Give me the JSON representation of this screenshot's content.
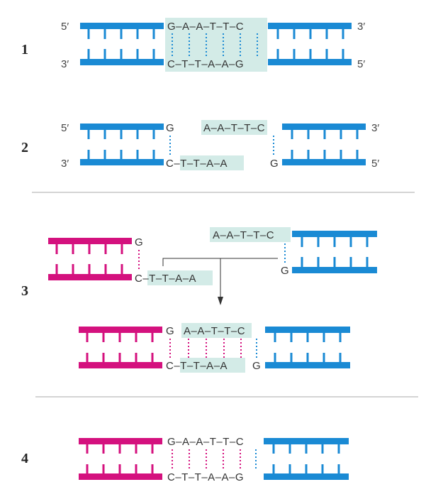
{
  "colors": {
    "blue": "#1a8ad4",
    "magenta": "#d4117e",
    "highlight": "#d3ebe7",
    "divider": "#aaaaaa",
    "arrow": "#333333"
  },
  "steps": [
    "1",
    "2",
    "3",
    "4"
  ],
  "ends": {
    "five": "5′",
    "three": "3′"
  },
  "sequences": {
    "top_full": "G–A–A–T–T–C",
    "bottom_full": "C–T–T–A–A–G",
    "g": "G",
    "c_tail": "C–T–T–A–A",
    "aattc": "A–A–T–T–C",
    "aatt_c": "A–A–T–T–C"
  }
}
